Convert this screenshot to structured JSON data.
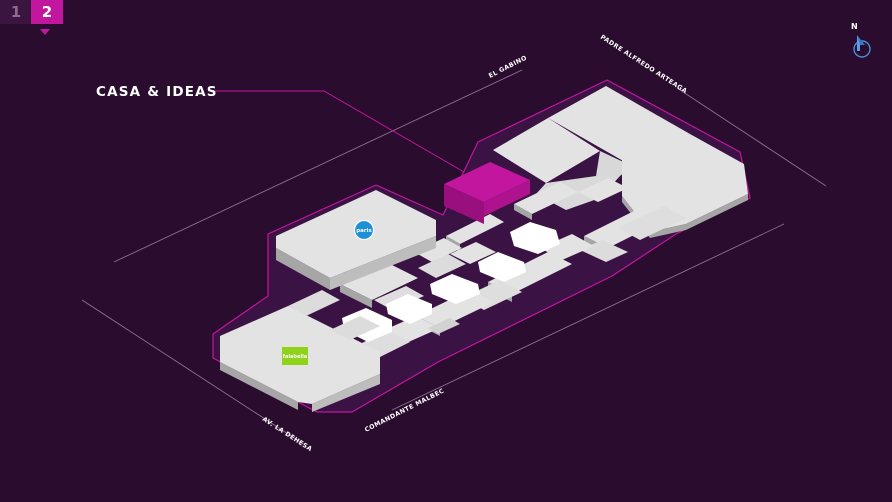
{
  "floor_selector": {
    "floors": [
      {
        "label": "1",
        "active": false
      },
      {
        "label": "2",
        "active": true
      }
    ]
  },
  "highlighted_store": {
    "name": "CASA & IDEAS",
    "color": "#c2169e"
  },
  "compass": {
    "label": "N",
    "icon": "north-arrow-icon"
  },
  "streets": {
    "el_gabino": "EL GABINO",
    "padre_alfredo_arteaga": "PADRE ALFREDO ARTEAGA",
    "av_la_dehesa": "AV. LA DEHESA",
    "comandante_malbec": "COMANDANTE MALBEC"
  },
  "anchor_stores": [
    {
      "name": "paris",
      "color": "#1e90d8",
      "shape": "circle-logo"
    },
    {
      "name": "falabella",
      "color": "#8ed21a",
      "shape": "rect-logo"
    }
  ],
  "colors": {
    "background": "#2a0c2f",
    "floor_plate": "#3b1244",
    "outline": "#c2169e",
    "building_top": "#e3e3e3",
    "building_side": "#a6a6a6",
    "street_line": "#8e7094"
  }
}
